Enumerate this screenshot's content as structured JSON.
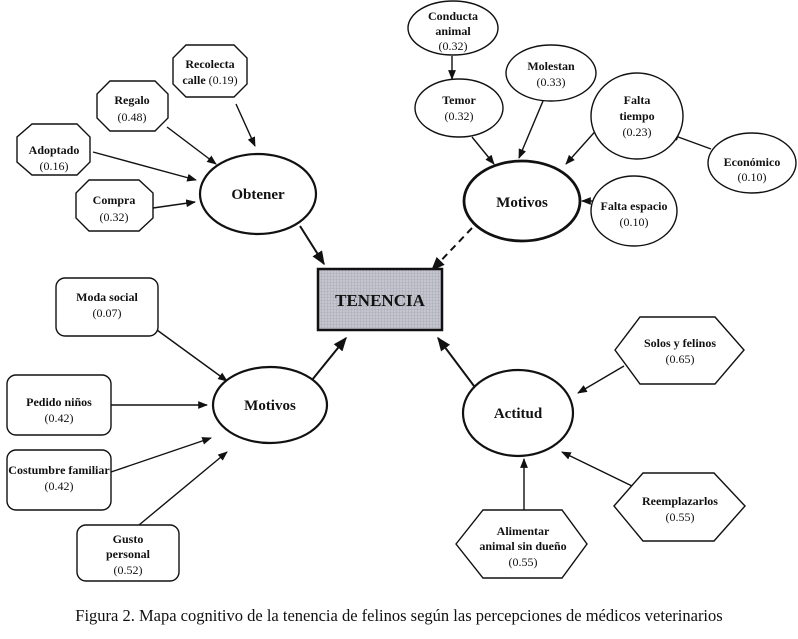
{
  "center": {
    "label": "TENENCIA",
    "fill": "#b8b9c4"
  },
  "hubs": {
    "obtener": "Obtener",
    "motivos_neg": "Motivos",
    "motivos_pos": "Motivos",
    "actitud": "Actitud"
  },
  "nodes": {
    "recolecta": {
      "l1": "Recolecta",
      "l2": "calle",
      "v": "(0.19)"
    },
    "regalo": {
      "l1": "Regalo",
      "v": "(0.48)"
    },
    "adoptado": {
      "l1": "Adoptado",
      "v": "(0.16)"
    },
    "compra": {
      "l1": "Compra",
      "v": "(0.32)"
    },
    "conducta": {
      "l1": "Conducta",
      "l2": "animal",
      "v": "(0.32)"
    },
    "temor": {
      "l1": "Temor",
      "v": "(0.32)"
    },
    "molestan": {
      "l1": "Molestan",
      "v": "(0.33)"
    },
    "falta_tiempo": {
      "l1": "Falta",
      "l2": "tiempo",
      "v": "(0.23)"
    },
    "economico": {
      "l1": "Económico",
      "v": "(0.10)"
    },
    "falta_espacio": {
      "l1": "Falta espacio",
      "v": "(0.10)"
    },
    "moda": {
      "l1": "Moda social",
      "v": "(0.07)"
    },
    "pedido": {
      "l1": "Pedido niños",
      "v": "(0.42)"
    },
    "costumbre": {
      "l1": "Costumbre familiar",
      "v": "(0.42)"
    },
    "gusto": {
      "l1": "Gusto",
      "l2": "personal",
      "v": "(0.52)"
    },
    "solos": {
      "l1": "Solos y felinos",
      "v": "(0.65)"
    },
    "reemplazarlos": {
      "l1": "Reemplazarlos",
      "v": "(0.55)"
    },
    "alimentar": {
      "l1": "Alimentar",
      "l2": "animal sin dueño",
      "v": "(0.55)"
    }
  },
  "caption": "Figura 2. Mapa cognitivo de la tenencia de felinos según las percepciones de médicos veterinarios"
}
